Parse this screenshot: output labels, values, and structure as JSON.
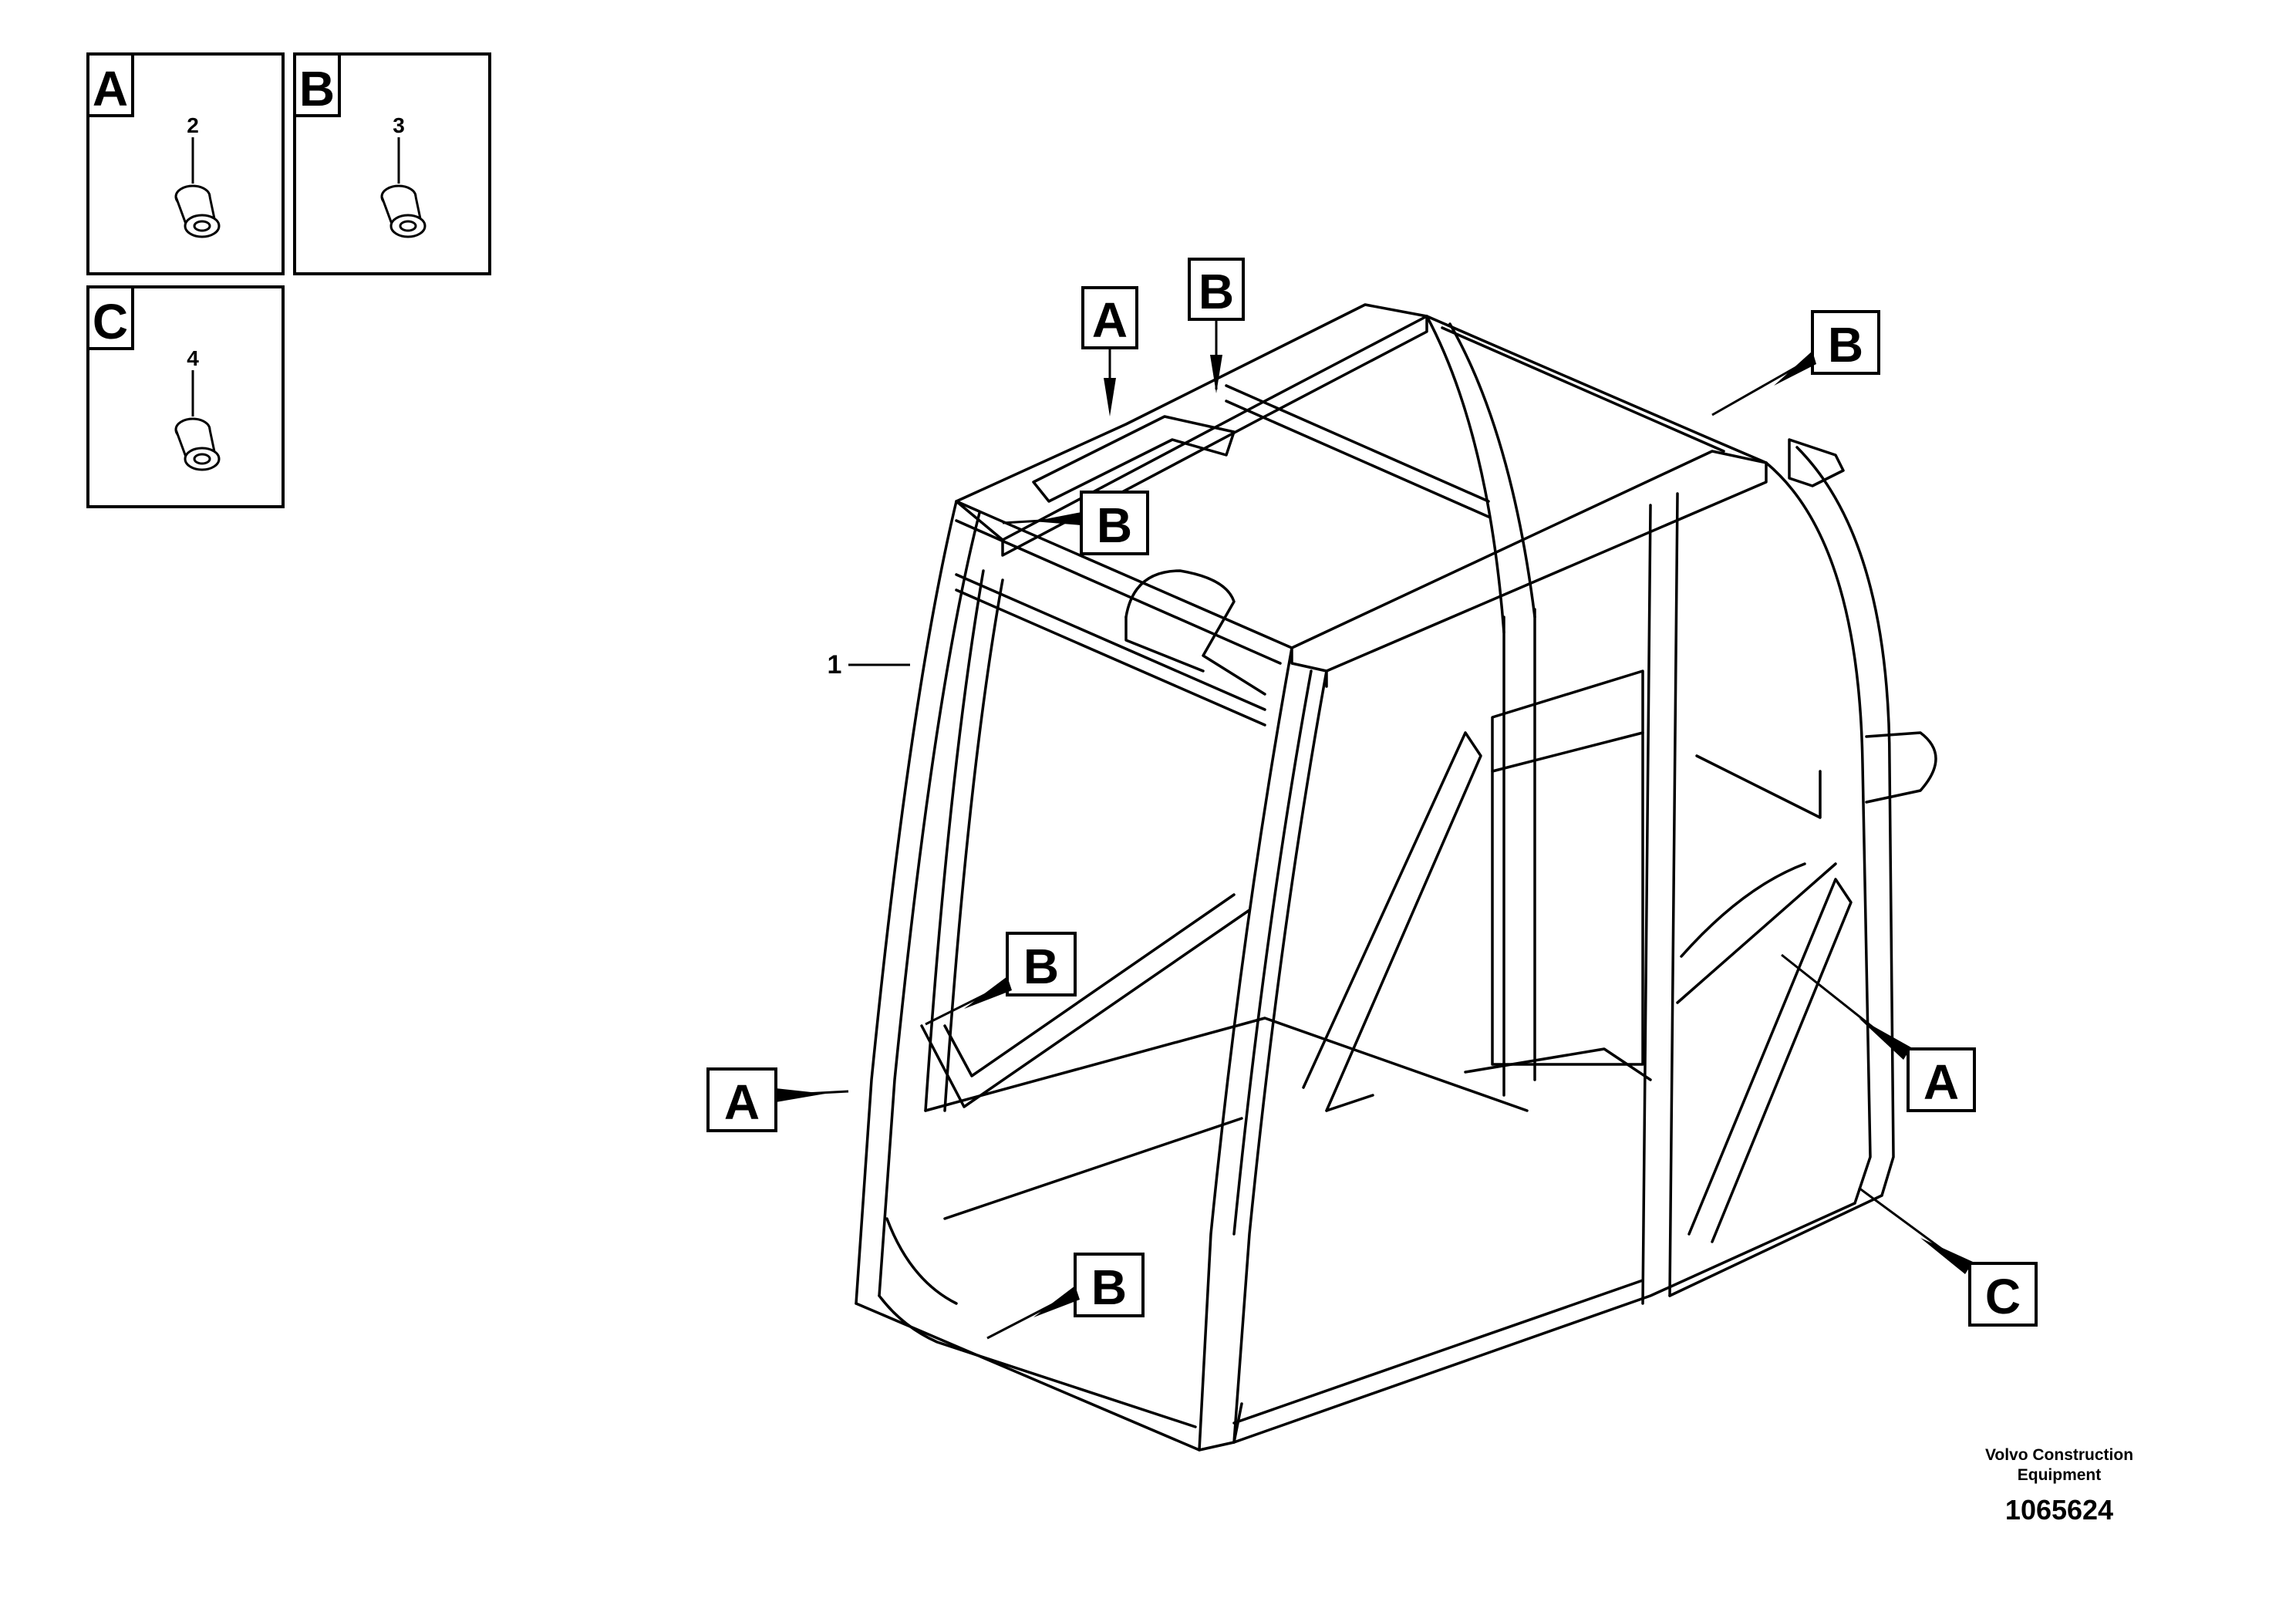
{
  "legend": {
    "A": {
      "letter": "A",
      "part": "2"
    },
    "B": {
      "letter": "B",
      "part": "3"
    },
    "C": {
      "letter": "C",
      "part": "4"
    }
  },
  "callouts": [
    {
      "letter": "A"
    },
    {
      "letter": "B"
    },
    {
      "letter": "B"
    },
    {
      "letter": "B"
    },
    {
      "letter": "B"
    },
    {
      "letter": "A"
    },
    {
      "letter": "A"
    },
    {
      "letter": "B"
    },
    {
      "letter": "C"
    }
  ],
  "main_part": "1",
  "credit": {
    "line1": "Volvo Construction",
    "line2": "Equipment",
    "number": "1065624"
  }
}
